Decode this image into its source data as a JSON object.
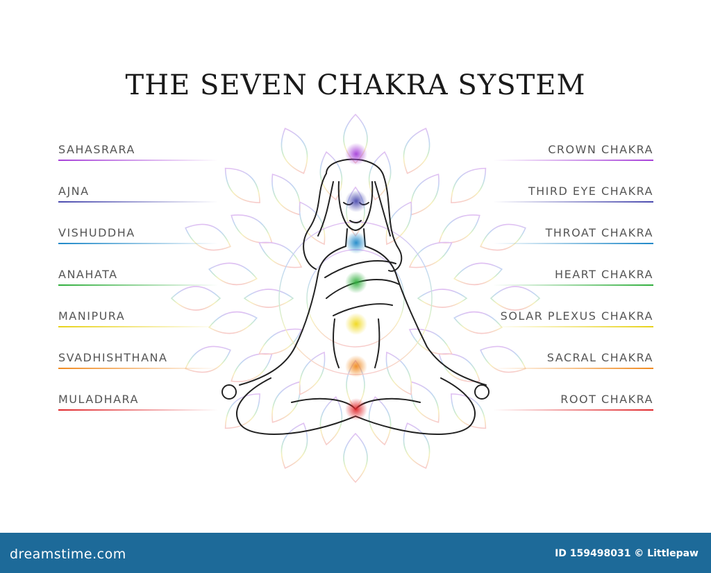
{
  "title": "THE SEVEN CHAKRA SYSTEM",
  "chakras": [
    {
      "sanskrit": "SAHASRARA",
      "english": "CROWN CHAKRA",
      "color": "#a640d8"
    },
    {
      "sanskrit": "AJNA",
      "english": "THIRD EYE CHAKRA",
      "color": "#4a4aae"
    },
    {
      "sanskrit": "VISHUDDHA",
      "english": "THROAT CHAKRA",
      "color": "#1e88c8"
    },
    {
      "sanskrit": "ANAHATA",
      "english": "HEART CHAKRA",
      "color": "#2fae3c"
    },
    {
      "sanskrit": "MANIPURA",
      "english": "SOLAR PLEXUS CHAKRA",
      "color": "#e8d21a"
    },
    {
      "sanskrit": "SVADHISHTHANA",
      "english": "SACRAL CHAKRA",
      "color": "#f08a20"
    },
    {
      "sanskrit": "MULADHARA",
      "english": "ROOT CHAKRA",
      "color": "#e0262a"
    }
  ],
  "footer": {
    "site": "dreamstime.com",
    "id_credit": "ID 159498031 © Littlepaw"
  }
}
